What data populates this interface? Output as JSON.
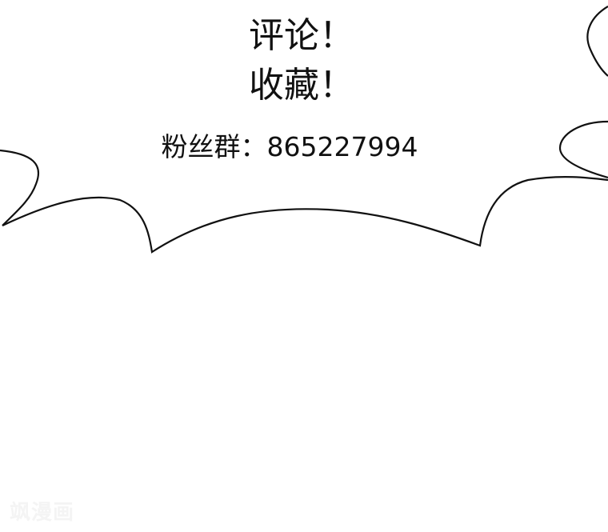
{
  "panel": {
    "lines": [
      "评论！",
      "收藏！",
      "粉丝群：865227994"
    ],
    "watermark": "飒漫画",
    "stroke_color": "#111111",
    "background": "#ffffff"
  }
}
